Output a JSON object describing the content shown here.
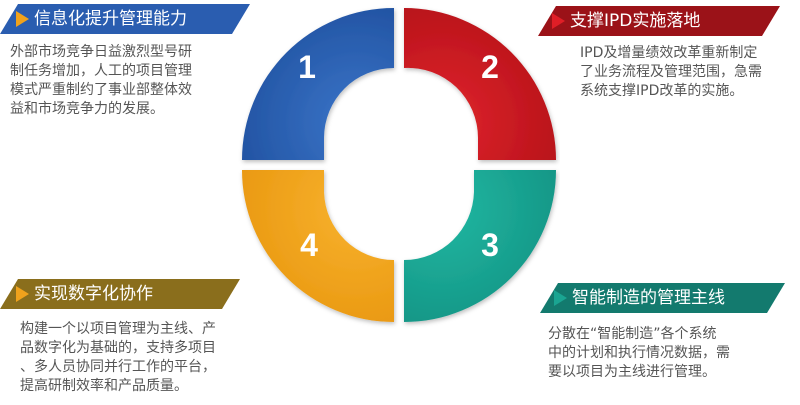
{
  "quadrants": [
    {
      "num": "1",
      "title": "信息化提升管理能力",
      "color": "#2a5db0",
      "desc": [
        "外部市场竞争日益激烈型号研",
        "制任务增加，人工的项目管理",
        "模式严重制约了事业部整体效",
        "益和市场竞争力的发展。"
      ]
    },
    {
      "num": "2",
      "title": "支撑IPD实施落地",
      "color": "#c8141e",
      "desc": [
        "IPD及增量绩效改革重新制定",
        "了业务流程及管理范围，急需",
        "系统支撑IPD改革的实施。"
      ]
    },
    {
      "num": "3",
      "title": "智能制造的管理主线",
      "color": "#1aa592",
      "desc": [
        "分散在“智能制造”各个系统",
        "中的计划和执行情况数据，需",
        "要以项目为主线进行管理。"
      ]
    },
    {
      "num": "4",
      "title": "实现数字化协作",
      "color": "#f0a21c",
      "desc": [
        "构建一个以项目管理为主线、产",
        "品数字化为基础的，支持多项目",
        "、多人员协同并行工作的平台，",
        "提高研制效率和产品质量。"
      ]
    }
  ],
  "colors": {
    "banner1": "#2a5db0",
    "banner2": "#9b1218",
    "banner3": "#137a6e",
    "banner4": "#8a6e1c",
    "arrow1": "#f0a21c",
    "arrow2": "#e01e26",
    "arrow3": "#1aa592",
    "arrow4": "#f0a21c"
  }
}
